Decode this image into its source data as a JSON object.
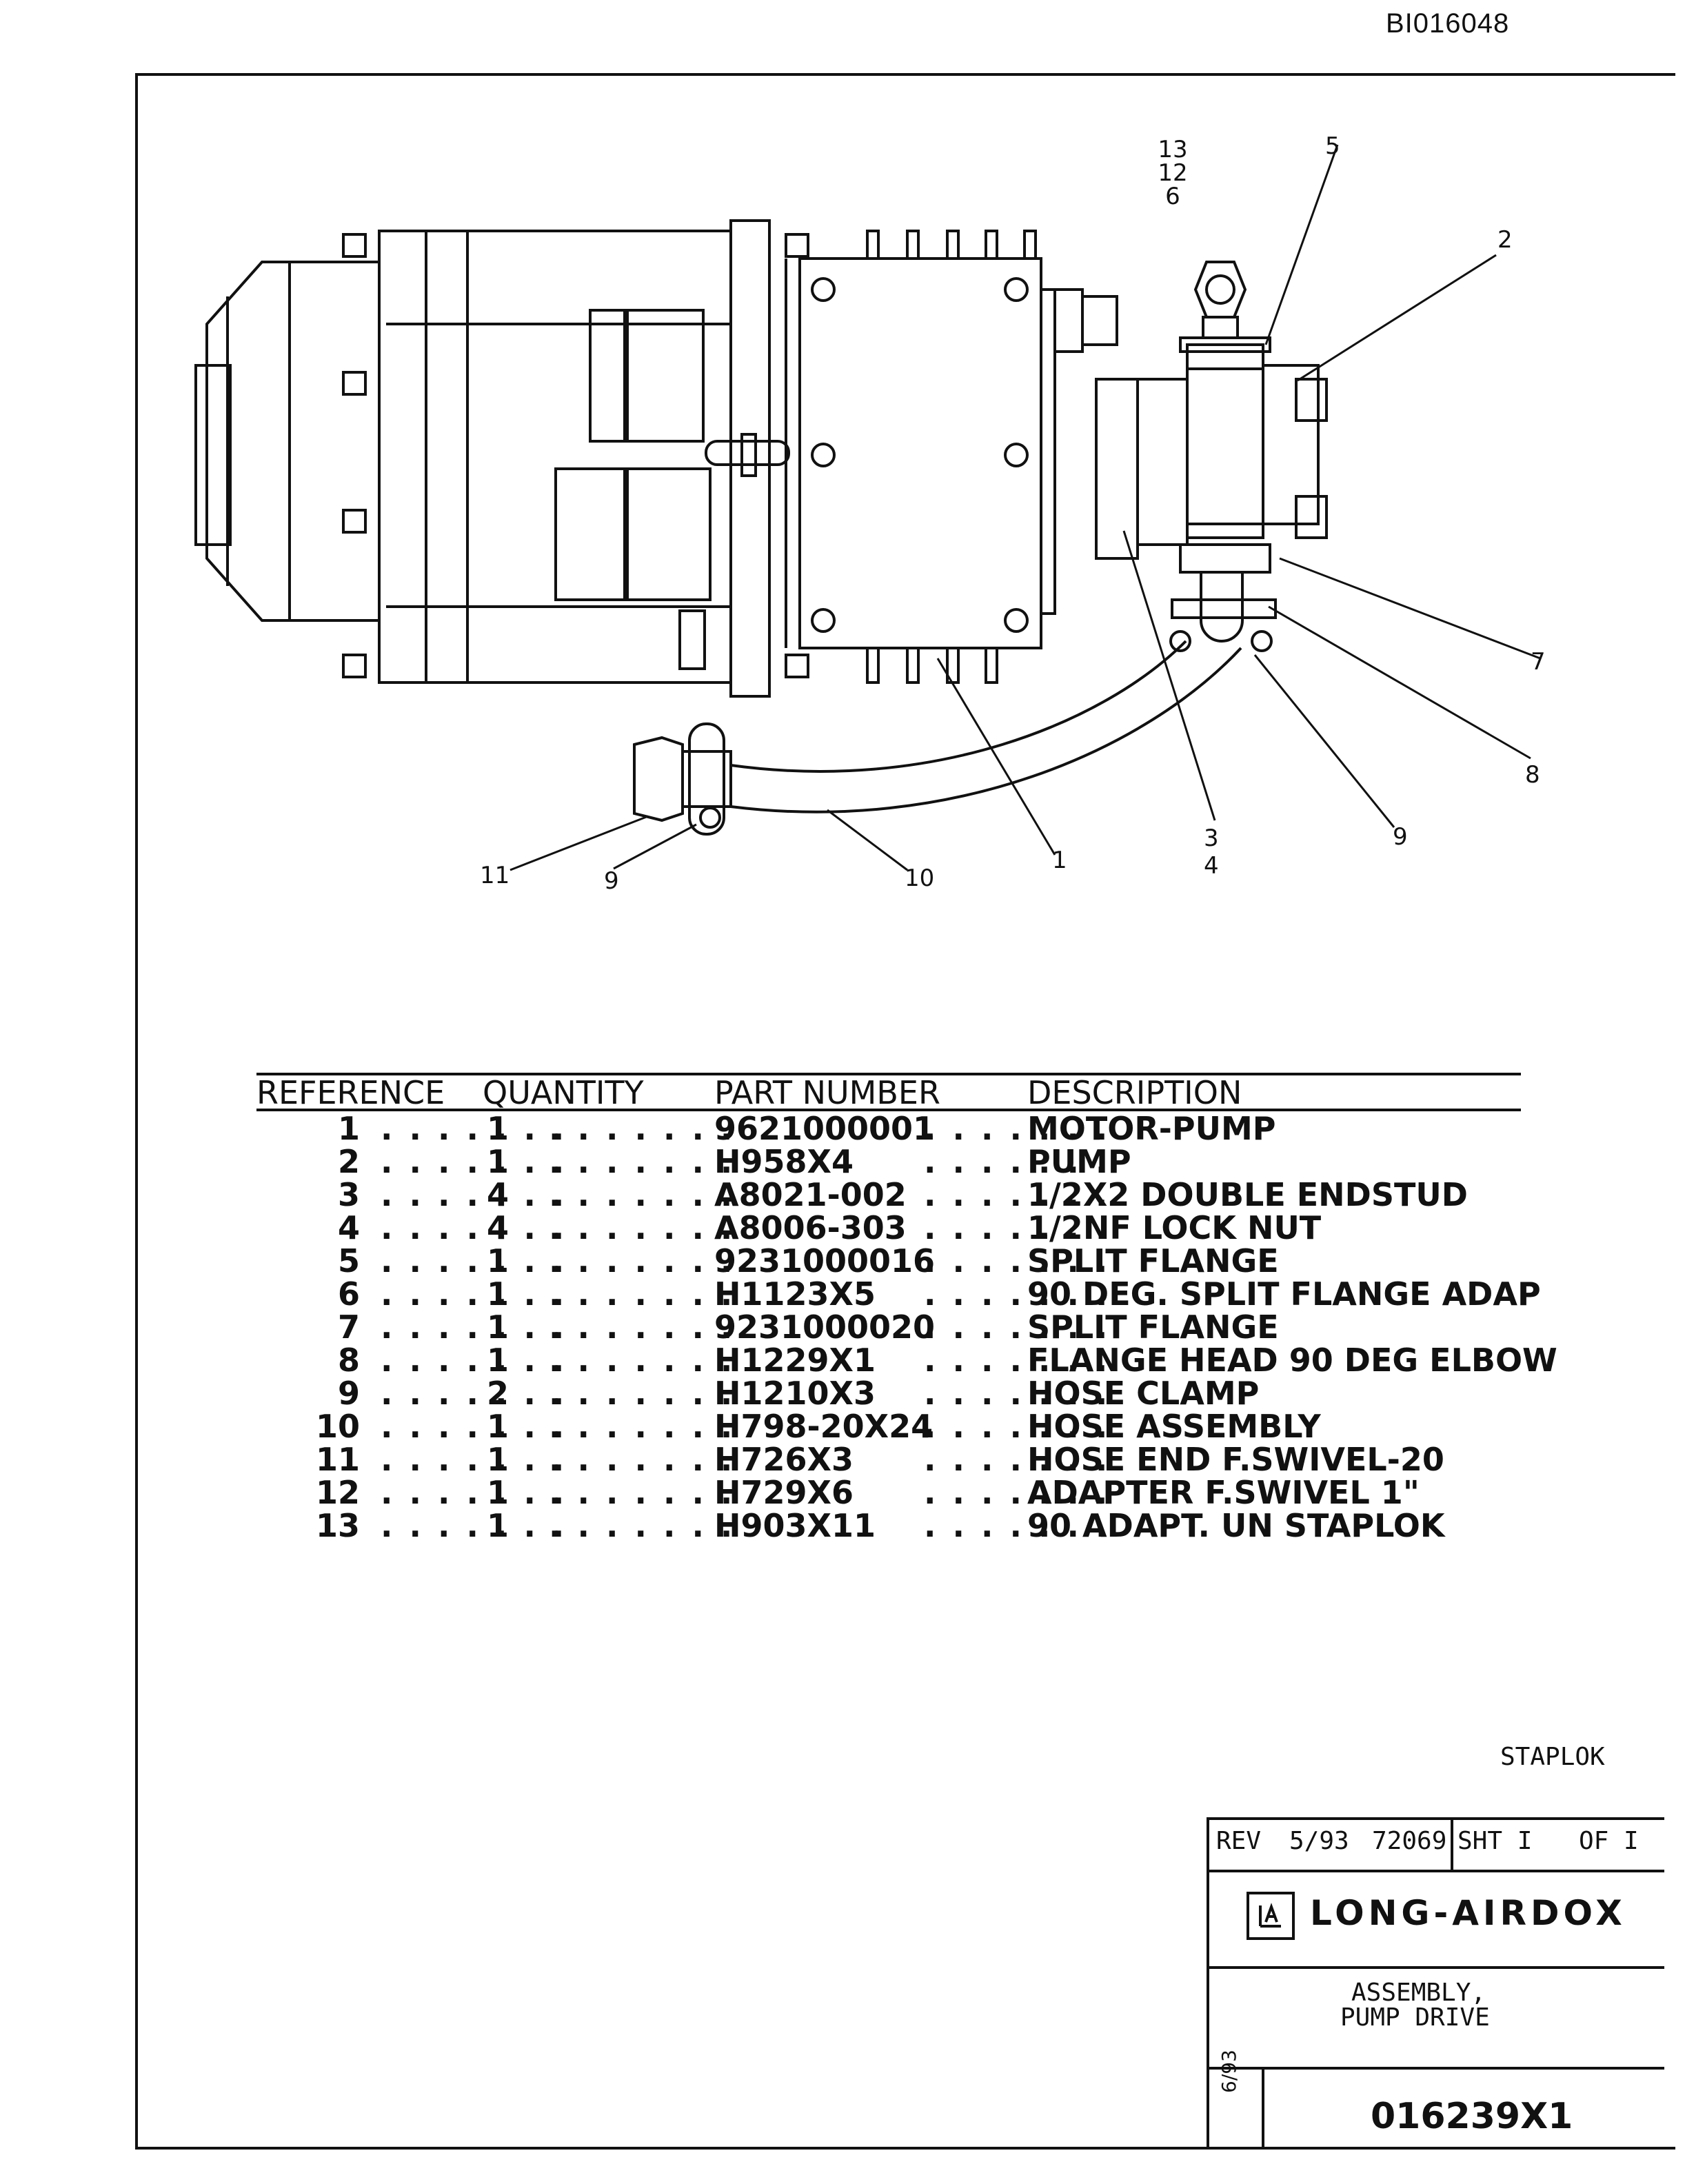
{
  "document_id": "BI016048",
  "callouts": {
    "c13_12_6": [
      "13",
      "12",
      "6"
    ],
    "c5": "5",
    "c2": "2",
    "c7": "7",
    "c8": "8",
    "c9_right": "9",
    "c3_4": [
      "3",
      "4"
    ],
    "c1": "1",
    "c10": "10",
    "c9_left": "9",
    "c11": "11"
  },
  "parts_table": {
    "headers": {
      "reference": "REFERENCE",
      "quantity": "QUANTITY",
      "part_number": "PART NUMBER",
      "description": "DESCRIPTION"
    },
    "rows": [
      {
        "ref": "1",
        "qty": "1",
        "part": "9621000001",
        "desc": "MOTOR-PUMP"
      },
      {
        "ref": "2",
        "qty": "1",
        "part": "H958X4",
        "desc": "PUMP"
      },
      {
        "ref": "3",
        "qty": "4",
        "part": "A8021-002",
        "desc": "1/2X2 DOUBLE ENDSTUD"
      },
      {
        "ref": "4",
        "qty": "4",
        "part": "A8006-303",
        "desc": "1/2NF LOCK NUT"
      },
      {
        "ref": "5",
        "qty": "1",
        "part": "9231000016",
        "desc": "SPLIT FLANGE"
      },
      {
        "ref": "6",
        "qty": "1",
        "part": "H1123X5",
        "desc": "90 DEG. SPLIT FLANGE ADAP"
      },
      {
        "ref": "7",
        "qty": "1",
        "part": "9231000020",
        "desc": "SPLIT FLANGE"
      },
      {
        "ref": "8",
        "qty": "1",
        "part": "H1229X1",
        "desc": "FLANGE HEAD 90 DEG ELBOW"
      },
      {
        "ref": "9",
        "qty": "2",
        "part": "H1210X3",
        "desc": "HOSE CLAMP"
      },
      {
        "ref": "10",
        "qty": "1",
        "part": "H798-20X24",
        "desc": "HOSE ASSEMBLY"
      },
      {
        "ref": "11",
        "qty": "1",
        "part": "H726X3",
        "desc": "HOSE END F.SWIVEL-20"
      },
      {
        "ref": "12",
        "qty": "1",
        "part": "H729X6",
        "desc": "ADAPTER F.SWIVEL 1\""
      },
      {
        "ref": "13",
        "qty": "1",
        "part": "H903X11",
        "desc": "90 ADAPT. UN STAPLOK"
      }
    ]
  },
  "staplok_label": "STAPLOK",
  "title_block": {
    "rev_label": "REV",
    "rev_date": "5/93",
    "rev_number": "72069",
    "sheet": "SHT I",
    "of": "OF I",
    "company": "LONG-AIRDOX",
    "title_line1": "ASSEMBLY,",
    "title_line2": "PUMP DRIVE",
    "side_date": "6/93",
    "drawing_number": "016239X1"
  },
  "icons": {
    "logo": "long-airdox-logo-icon"
  }
}
